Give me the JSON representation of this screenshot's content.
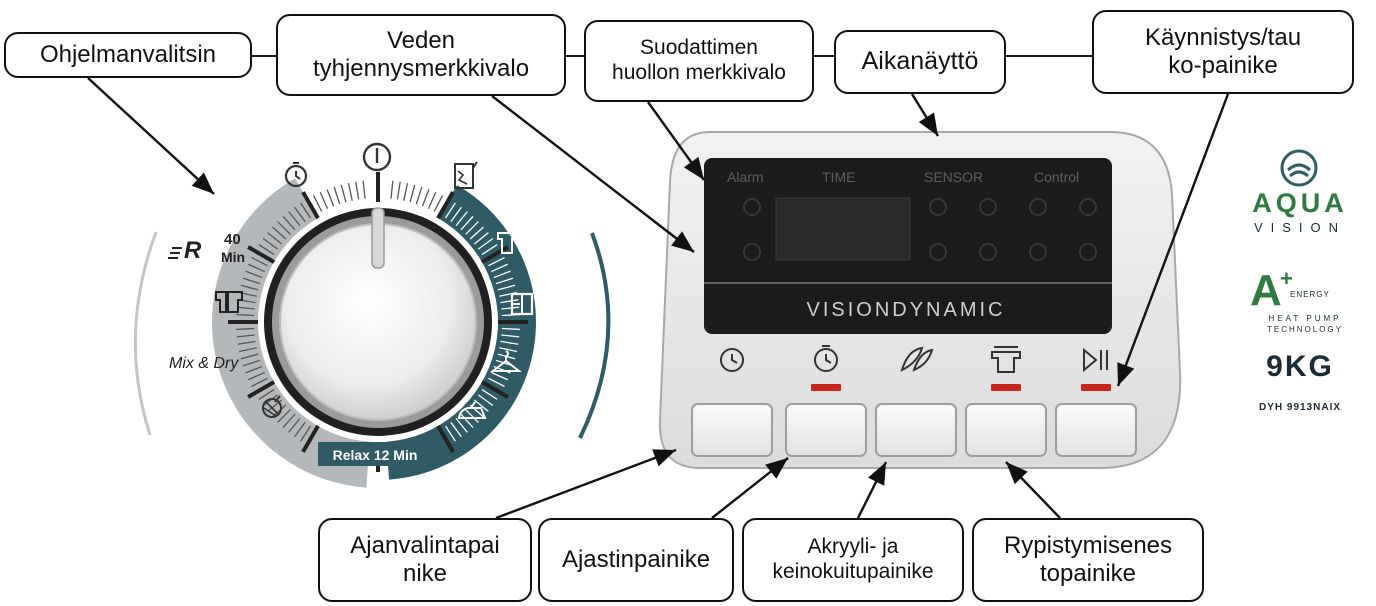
{
  "colors": {
    "teal": "#2e5b65",
    "panel_dark": "#1b1b1d",
    "led_red": "#c8251c",
    "gray_sector": "#b5b8bb",
    "brand_green": "#2f7a41",
    "outline": "#111111"
  },
  "labels": {
    "program_selector": "Ohjelmanvalitsin",
    "water_drain_light_1": "Veden",
    "water_drain_light_2": "tyhjennysmerkkivalo",
    "filter_light_1": "Suodattimen",
    "filter_light_2": "huollon merkkivalo",
    "time_display": "Aikanäyttö",
    "start_pause_1": "Käynnistys/tau",
    "start_pause_2": "ko-painike",
    "time_select_1": "Ajanvalintapai",
    "time_select_2": "nike",
    "timer_button": "Ajastinpainike",
    "acrylic_1": "Akryyli- ja",
    "acrylic_2": "keinokuitupainike",
    "anticrease_1": "Rypistymisenes",
    "anticrease_2": "topainike"
  },
  "dial": {
    "quick_r": "R",
    "quick_40": "40",
    "quick_min": "Min",
    "mix_dry": "Mix & Dry",
    "relax": "Relax 12 Min",
    "icons": [
      "clock-icon",
      "power-icon",
      "cupboard-dry-icon",
      "shirt-icon",
      "window-icon",
      "hanger-icon",
      "iron-icon",
      "wool-icon",
      "shirts-icon"
    ]
  },
  "panel": {
    "alarm": "Alarm",
    "time": "TIME",
    "sensor": "SENSOR",
    "control": "Control",
    "brand": "VISIONDYNAMIC",
    "buttons": [
      "clock-button-icon",
      "timer-button-icon",
      "feather-button-icon",
      "shirt-button-icon",
      "play-pause-button-icon"
    ]
  },
  "brand": {
    "aqua": "AQUA",
    "vision": "VISION",
    "energy_a": "A",
    "energy_plus": "+",
    "energy_word": "ENERGY",
    "heat_pump_1": "HEAT PUMP",
    "heat_pump_2": "TECHNOLOGY",
    "capacity": "9KG",
    "model": "DYH 9913NAIX"
  }
}
